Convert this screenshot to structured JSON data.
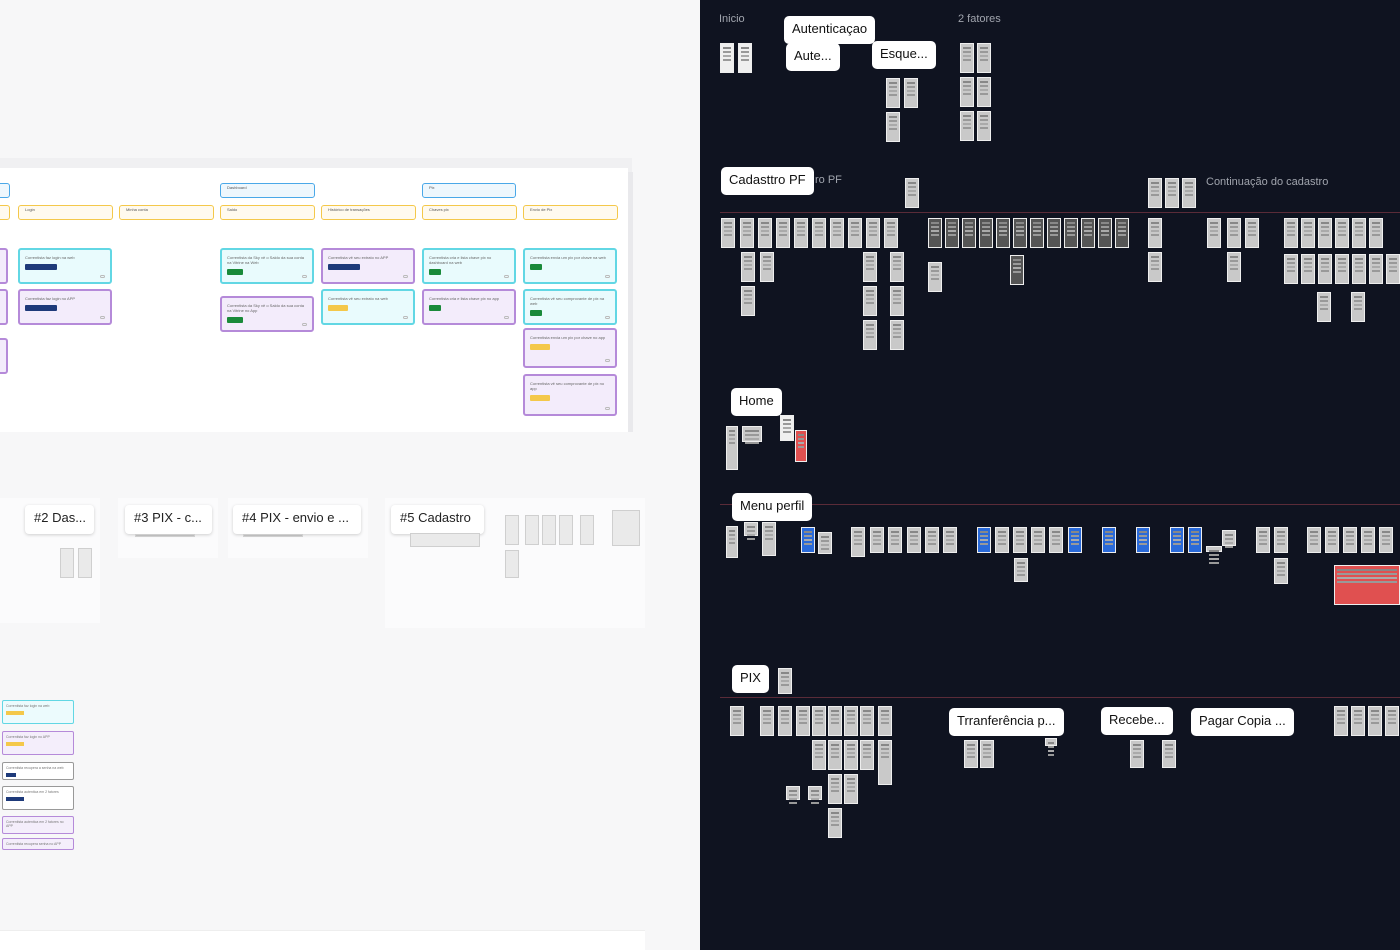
{
  "left": {
    "top_headers": [
      "Dashboard",
      "Pix"
    ],
    "row_headers": [
      "Login",
      "Minha conta",
      "Saldo",
      "Histórico de transações",
      "Chaves pix",
      "Envio de Pix"
    ],
    "cards": {
      "login_web": "Correntista faz login na web",
      "login_app": "Correntista faz login no APP",
      "saldo_web": "Correntista da Sky vê o Saldo da sua conta na Vitrine na Web",
      "saldo_app": "Correntista da Sky vê o Saldo da sua conta na Vitrine no App",
      "extrato_app": "Correntista vê seu extrato no APP",
      "extrato_web": "Correntista vê seu extrato na web",
      "chave_web": "Correntista cria e lista chave pix no dashboard na web",
      "chave_app": "Correntista cria e lista chave pix no app",
      "envio_web": "Correntista envia um pix por chave na web",
      "comprovante_web": "Correntista vê seu comprovante de pix na web",
      "envio_app": "Correntista envia um pix por chave no app",
      "comprovante_app": "Correntista vê seu comprovante de pix no app"
    },
    "flow_labels": [
      "#2 Das...",
      "#3 PIX - c...",
      "#4 PIX - envio e ...",
      "#5 Cadastro"
    ],
    "list_cards": [
      "Correntista faz login na web",
      "Correntista faz login no APP",
      "Correntista recupera a senha na web",
      "Correntista autentica em 2 fatores",
      "Correntista autentica em 2 fatores no APP",
      "Correntista recupera senha no APP"
    ]
  },
  "right": {
    "header_texts": [
      "Inicio",
      "2 fatores"
    ],
    "labels": {
      "autenticacao": "Autenticaçao",
      "aute": "Aute...",
      "esque": "Esque...",
      "cadastro_pf": "Cadasttro PF",
      "cadastro_pf_ghost": "ro PF",
      "continuacao": "Continuação do cadastro",
      "home": "Home",
      "menu_perfil": "Menu perfil",
      "pix": "PIX",
      "transferencia": "Trranferência p...",
      "recebe": "Recebe...",
      "pagar_copia": "Pagar Copia ..."
    }
  },
  "colors": {
    "left_bg": "#f7f7f8",
    "right_bg": "#0f1320",
    "cyan_card": "#62d7e4",
    "purple_card": "#b58ad9",
    "navy_tag": "#1e3a7a",
    "green_tag": "#1a8a3a",
    "yellow_tag": "#f4c84a",
    "section_line": "#5a2b38"
  }
}
